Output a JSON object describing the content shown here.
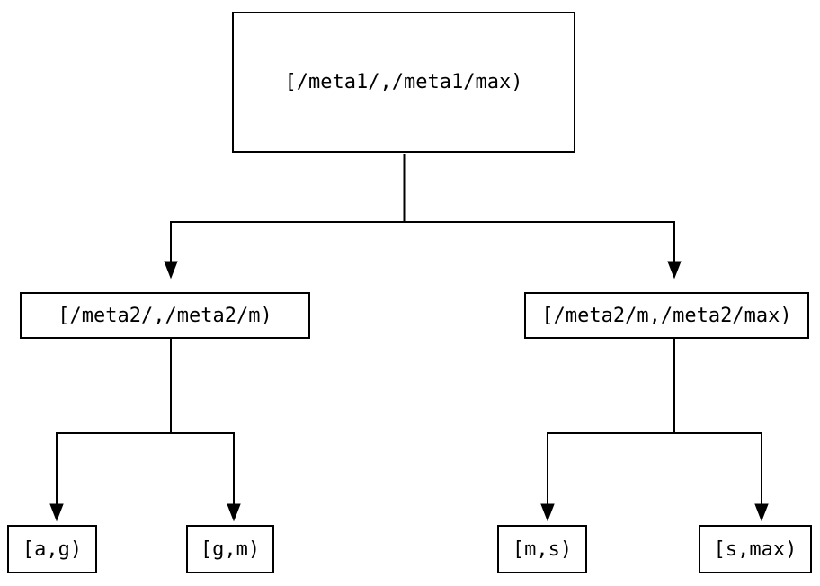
{
  "diagram": {
    "type": "binary-tree",
    "nodes": [
      {
        "id": "root",
        "label": "[/meta1/,/meta1/max)"
      },
      {
        "id": "left",
        "label": "[/meta2/,/meta2/m)"
      },
      {
        "id": "right",
        "label": "[/meta2/m,/meta2/max)"
      },
      {
        "id": "ag",
        "label": "[a,g)"
      },
      {
        "id": "gm",
        "label": "[g,m)"
      },
      {
        "id": "ms",
        "label": "[m,s)"
      },
      {
        "id": "smax",
        "label": "[s,max)"
      }
    ],
    "edges": [
      {
        "from": "root",
        "to": "left"
      },
      {
        "from": "root",
        "to": "right"
      },
      {
        "from": "left",
        "to": "ag"
      },
      {
        "from": "left",
        "to": "gm"
      },
      {
        "from": "right",
        "to": "ms"
      },
      {
        "from": "right",
        "to": "smax"
      }
    ],
    "colors": {
      "background": "#ffffff",
      "line": "#000000",
      "box_border": "#000000",
      "text": "#000000"
    }
  }
}
